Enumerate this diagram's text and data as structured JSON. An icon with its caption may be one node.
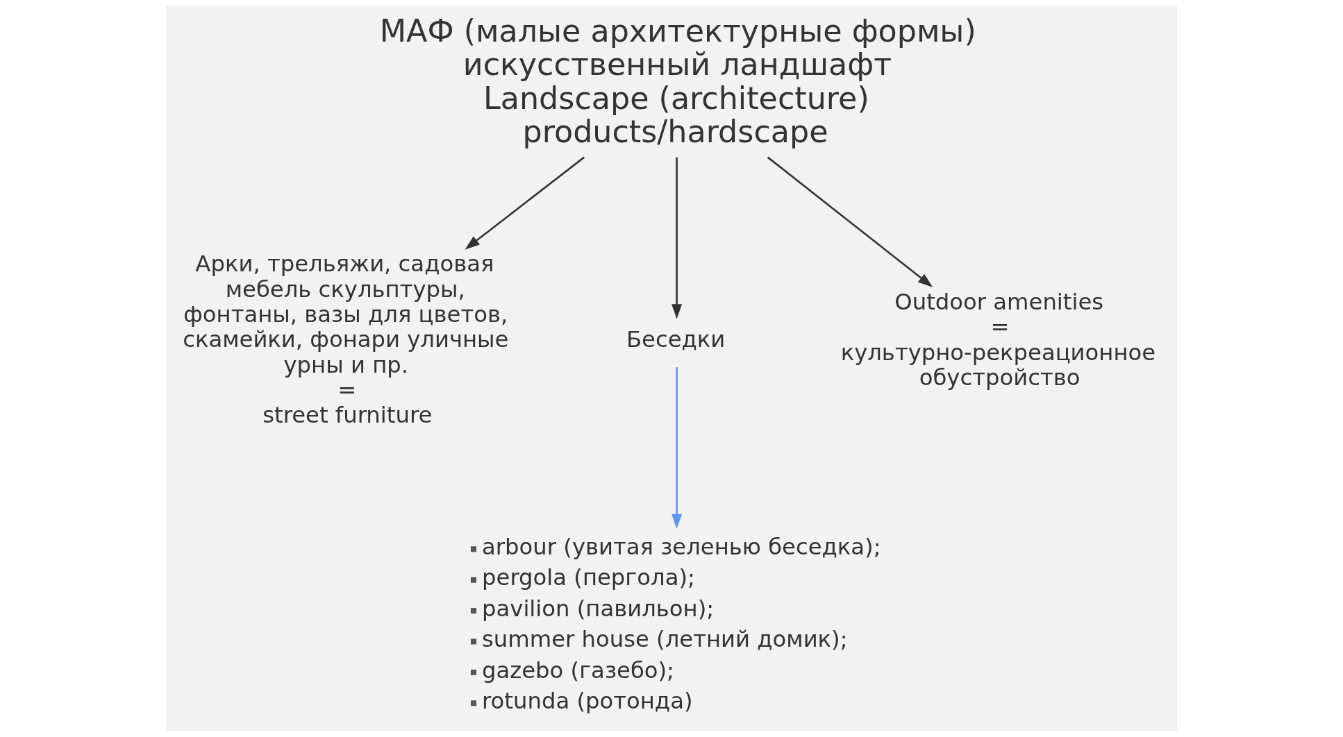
{
  "diagram": {
    "nodes": [
      {
        "text": [
          "МАФ (малые архитектурные формы)",
          "искусственный ландшафт",
          "Landscape (architecture)",
          "products/hardscape"
        ]
      },
      {
        "text": [
          "Арки, трельяжи, садовая мебель скульптуры, фонтаны, вазы для цветов, скамейки, фонари уличные урны и пр.",
          "=",
          "street furniture"
        ]
      },
      {
        "text": [
          "Беседки"
        ]
      },
      {
        "text": [
          "Outdoor amenities",
          "=",
          "культурно-рекреационное обустройство"
        ]
      },
      {
        "text": [
          "arbour (увитая зеленью беседка);",
          "pergola (пергола);",
          "pavilion (павильон);",
          "summer house (летний домик);",
          "gazebo (газебо);",
          "rotunda (ротонда)"
        ]
      }
    ],
    "edges": [
      {
        "from": 0,
        "to": 1,
        "arrow": "to"
      },
      {
        "from": 0,
        "to": 2,
        "arrow": "to"
      },
      {
        "from": 0,
        "to": 3,
        "arrow": "to"
      },
      {
        "from": 2,
        "to": 4,
        "arrow": "to",
        "color": "#5b96f5"
      }
    ]
  }
}
